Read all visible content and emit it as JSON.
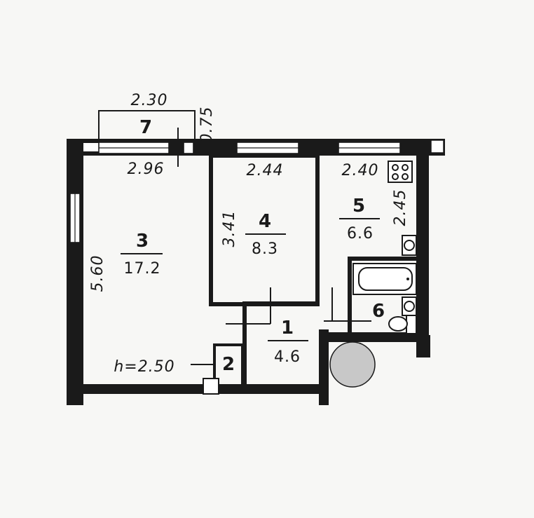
{
  "rooms": [
    {
      "id": "1",
      "number": "1",
      "area": "4.6"
    },
    {
      "id": "2",
      "number": "2",
      "area": ""
    },
    {
      "id": "3",
      "number": "3",
      "area": "17.2"
    },
    {
      "id": "4",
      "number": "4",
      "area": "8.3"
    },
    {
      "id": "5",
      "number": "5",
      "area": "6.6"
    },
    {
      "id": "6",
      "number": "6",
      "area": ""
    },
    {
      "id": "7",
      "number": "7",
      "area": ""
    }
  ],
  "dimensions": {
    "balcony_width": "2.30",
    "balcony_depth": "0.75",
    "room3_width": "2.96",
    "room3_length": "5.60",
    "room4_width": "2.44",
    "room4_length": "3.41",
    "room5_width": "2.40",
    "room5_length": "2.45",
    "ceiling_height": "h=2.50"
  },
  "colors": {
    "line": "#1a1a1a",
    "paper": "#f7f7f5",
    "marker": "#c8c8c8"
  }
}
